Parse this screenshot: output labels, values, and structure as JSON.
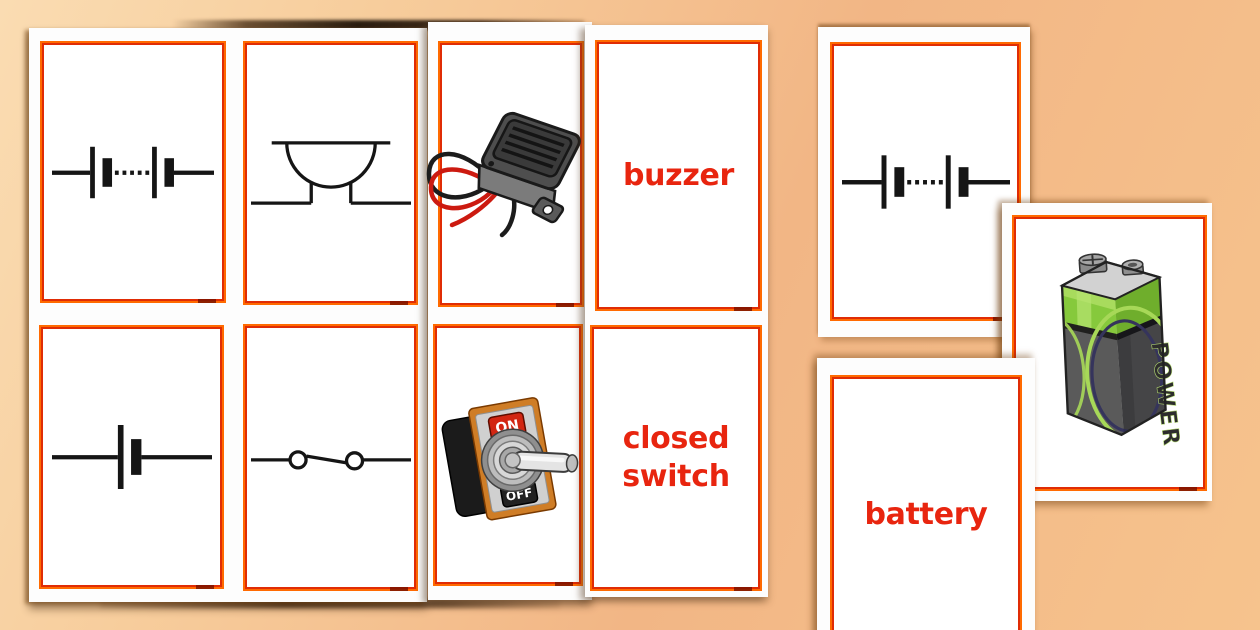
{
  "page": {
    "description": "Electrical circuit symbol matching flashcards preview on peach background"
  },
  "colors": {
    "background_light": "#fadcb2",
    "background_dark": "#f2b685",
    "card_border_outer": "#ff6a00",
    "card_border_inner": "#e02c05",
    "label_text_red": "#e8250f",
    "symbol_ink": "#151515",
    "buzzer_wire_red": "#cc1a10",
    "battery_green": "#86c93c",
    "battery_grey": "#4f4f4f",
    "switch_plate_orange": "#cf7d26",
    "switch_on_red": "#d22612"
  },
  "labels": {
    "buzzer": "buzzer",
    "closed_switch": "closed switch",
    "battery": "battery"
  },
  "toggle_switch": {
    "on_label": "ON",
    "off_label": "OFF"
  },
  "battery_photo": {
    "brand_text": "POWER"
  },
  "cards": [
    {
      "id": "battery-symbol-card-1",
      "content": "battery circuit symbol (two cells with dotted link)"
    },
    {
      "id": "buzzer-symbol-card",
      "content": "buzzer circuit symbol (half circle on line)"
    },
    {
      "id": "buzzer-photo-card",
      "content": "buzzer illustration with red and black wires"
    },
    {
      "id": "buzzer-label-card",
      "content": "buzzer"
    },
    {
      "id": "cell-symbol-card",
      "content": "cell circuit symbol (long and short plate)"
    },
    {
      "id": "open-switch-symbol-card",
      "content": "open switch circuit symbol (two circles with lever)"
    },
    {
      "id": "toggle-switch-photo-card",
      "content": "ON/OFF toggle switch illustration"
    },
    {
      "id": "closed-switch-label-card",
      "content": "closed switch"
    },
    {
      "id": "battery-symbol-card-2",
      "content": "battery circuit symbol (two cells with dotted link)"
    },
    {
      "id": "battery-photo-card",
      "content": "9V POWER battery illustration"
    },
    {
      "id": "battery-label-card",
      "content": "battery"
    }
  ]
}
